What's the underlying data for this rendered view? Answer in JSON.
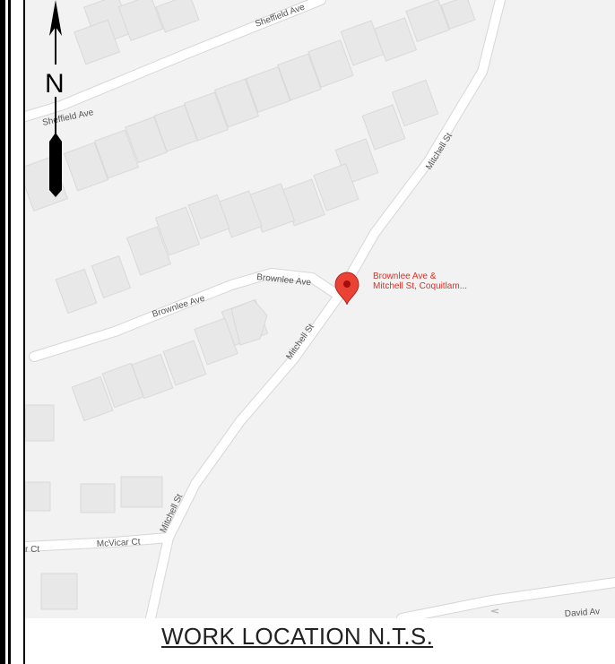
{
  "map": {
    "streets": {
      "sheffield_top": "Sheffield Ave",
      "sheffield_left": "Sheffield Ave",
      "brownlee_left": "Brownlee Ave",
      "brownlee_right": "Brownlee Ave",
      "mitchell_top": "Mitchell St",
      "mitchell_mid": "Mitchell St",
      "mitchell_bottom": "Mitchell St",
      "mcvicar": "McVicar Ct",
      "mcvicar_left": "r Ct",
      "david": "David Av"
    },
    "pin": {
      "line1": "Brownlee Ave &",
      "line2": "Mitchell St, Coquitlam..."
    },
    "colors": {
      "land": "#f2f2f2",
      "building": "#e8e8e8",
      "road": "#ffffff",
      "pin": "#d93025"
    }
  },
  "compass": {
    "label": "N",
    "icon": "north-arrow-icon"
  },
  "caption": "WORK LOCATION N.T.S."
}
